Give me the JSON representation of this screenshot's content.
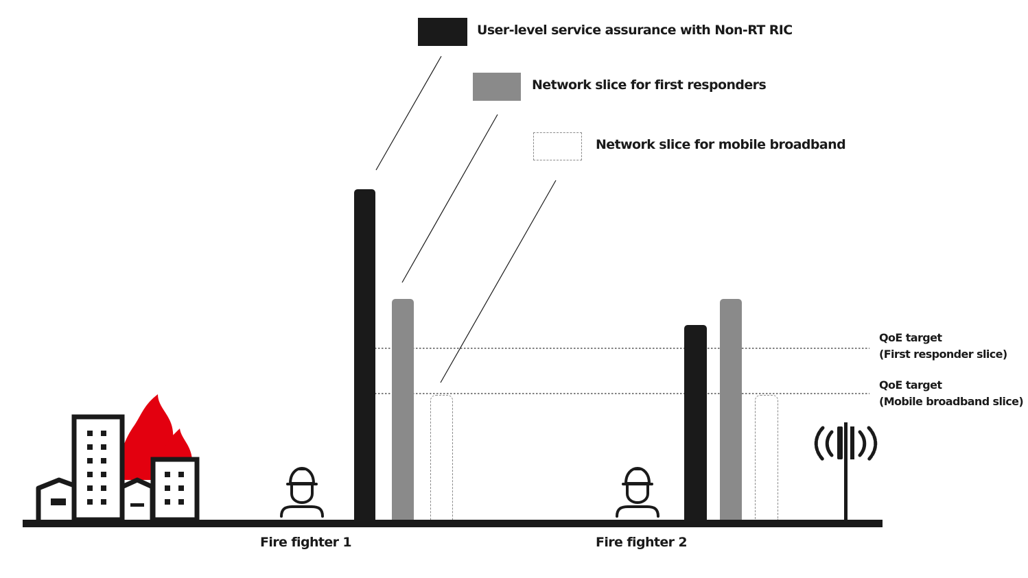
{
  "legend": {
    "items": [
      {
        "label": "User-level service assurance with Non-RT RIC",
        "style": "solid-black",
        "color": "#1a1a1a"
      },
      {
        "label": "Network slice for first responders",
        "style": "solid-grey",
        "color": "#8a8a8a"
      },
      {
        "label": "Network slice for mobile broadband",
        "style": "dashed-outline",
        "color": "#8a8a8a"
      }
    ]
  },
  "thresholds": [
    {
      "line1": "QoE target",
      "line2": "(First responder slice)"
    },
    {
      "line1": "QoE target",
      "line2": "(Mobile broadband slice)"
    }
  ],
  "groups": [
    {
      "label": "Fire fighter 1"
    },
    {
      "label": "Fire fighter 2"
    }
  ],
  "icons": {
    "burning_buildings": "burning-buildings-icon",
    "firefighter": "firefighter-helmet-icon",
    "radio_tower": "radio-tower-icon"
  },
  "colors": {
    "black": "#1a1a1a",
    "grey": "#8a8a8a",
    "fire": "#e3000f",
    "background": "#ffffff"
  }
}
